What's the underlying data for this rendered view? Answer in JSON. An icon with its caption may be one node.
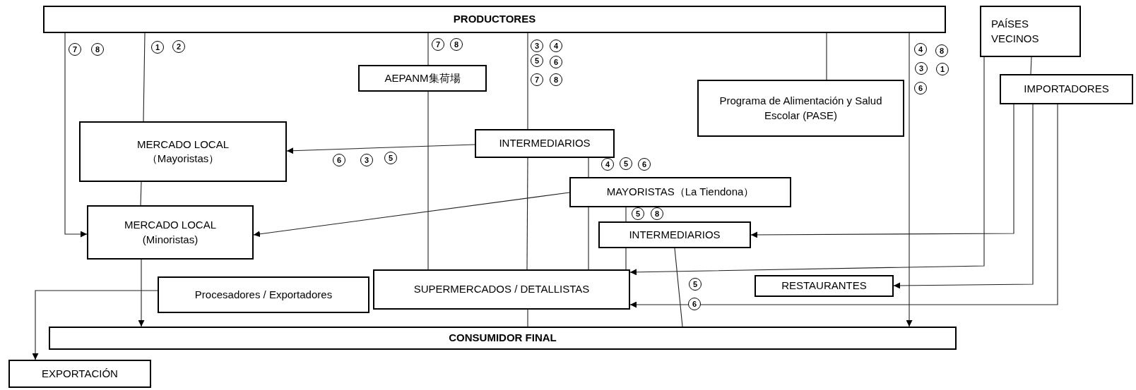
{
  "diagram": {
    "nodes": [
      {
        "text": [
          "PRODUCTORES"
        ]
      },
      {
        "text": [
          "PAÍSES VECINOS"
        ]
      },
      {
        "text": [
          "IMPORTADORES"
        ]
      },
      {
        "text": [
          "AEPANM集荷場"
        ]
      },
      {
        "text": [
          "Programa de Alimentación y Salud Escolar (PASE)"
        ]
      },
      {
        "text": [
          "INTERMEDIARIOS"
        ]
      },
      {
        "text": [
          "MERCADO LOCAL （Mayoristas）"
        ]
      },
      {
        "text": [
          "MAYORISTAS（La Tiendona）"
        ]
      },
      {
        "text": [
          "MERCADO LOCAL (Minoristas)"
        ]
      },
      {
        "text": [
          "INTERMEDIARIOS"
        ]
      },
      {
        "text": [
          "SUPERMERCADOS / DETALLISTAS"
        ]
      },
      {
        "text": [
          "Procesadores / Exportadores"
        ]
      },
      {
        "text": [
          "RESTAURANTES"
        ]
      },
      {
        "text": [
          "CONSUMIDOR FINAL"
        ]
      },
      {
        "text": [
          "EXPORTACIÓN"
        ]
      }
    ],
    "edges": [
      {
        "from": 0,
        "to": 8,
        "arrow": "to"
      },
      {
        "from": 0,
        "to": 6,
        "arrow": "none"
      },
      {
        "from": 6,
        "to": 8,
        "arrow": "none"
      },
      {
        "from": 8,
        "to": 13,
        "arrow": "to"
      },
      {
        "from": 0,
        "to": 3,
        "arrow": "none"
      },
      {
        "from": 3,
        "to": 10,
        "arrow": "none"
      },
      {
        "from": 0,
        "to": 5,
        "arrow": "none"
      },
      {
        "from": 5,
        "to": 10,
        "arrow": "none"
      },
      {
        "from": 5,
        "to": 6,
        "arrow": "to"
      },
      {
        "from": 5,
        "to": 7,
        "arrow": "none"
      },
      {
        "from": 7,
        "to": 8,
        "arrow": "to"
      },
      {
        "from": 7,
        "to": 9,
        "arrow": "none"
      },
      {
        "from": 9,
        "to": 10,
        "arrow": "none"
      },
      {
        "from": 9,
        "to": 13,
        "arrow": "none"
      },
      {
        "from": 0,
        "to": 4,
        "arrow": "none"
      },
      {
        "from": 0,
        "to": 13,
        "arrow": "to"
      },
      {
        "from": 1,
        "to": 10,
        "arrow": "to"
      },
      {
        "from": 1,
        "to": 2,
        "arrow": "none"
      },
      {
        "from": 2,
        "to": 9,
        "arrow": "to"
      },
      {
        "from": 2,
        "to": 12,
        "arrow": "to"
      },
      {
        "from": 2,
        "to": 10,
        "arrow": "to"
      },
      {
        "from": 11,
        "to": 14,
        "arrow": "to"
      },
      {
        "from": 10,
        "to": 13,
        "arrow": "none"
      },
      {
        "from": 7,
        "to": 10,
        "arrow": "none"
      }
    ],
    "labels": [
      "7",
      "8",
      "1",
      "2",
      "7",
      "8",
      "3",
      "4",
      "4",
      "8",
      "5",
      "6",
      "3",
      "1",
      "7",
      "8",
      "6",
      "6",
      "3",
      "5",
      "4",
      "5",
      "6",
      "5",
      "8",
      "5",
      "6"
    ]
  }
}
